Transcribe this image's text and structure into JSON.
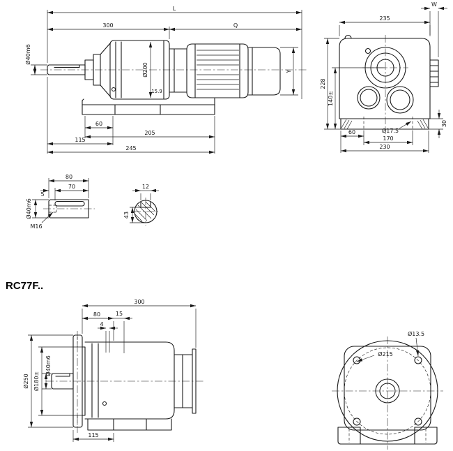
{
  "title": "RC77F..",
  "side_view": {
    "L": "L",
    "d300": "300",
    "Q": "Q",
    "shaft_dia": "Ø40m6",
    "body_dia": "Ø200",
    "d15_9": "15.9",
    "Y": "Y",
    "d60": "60",
    "d205": "205",
    "d115": "115",
    "d245": "245"
  },
  "front_view": {
    "W": "W",
    "d235": "235",
    "d228": "228",
    "d140": "140±",
    "d60": "60",
    "foot_hole": "Ø17.5",
    "d170": "170",
    "d230": "230",
    "d30": "30"
  },
  "shaft_end": {
    "d80": "80",
    "d70": "70",
    "d5": "5",
    "dia": "Ø40m6",
    "thread": "M16"
  },
  "key_section": {
    "d12": "12",
    "d43": "43"
  },
  "flange_side_view": {
    "d300": "300",
    "d80": "80",
    "d15": "15",
    "d4": "4",
    "flange_dia": "Ø250",
    "spigot_dia": "Ø180±",
    "shaft_dia": "Ø40m6",
    "d115": "115"
  },
  "flange_front_view": {
    "bolt_hole": "Ø13.5",
    "bolt_circle": "Ø215"
  }
}
